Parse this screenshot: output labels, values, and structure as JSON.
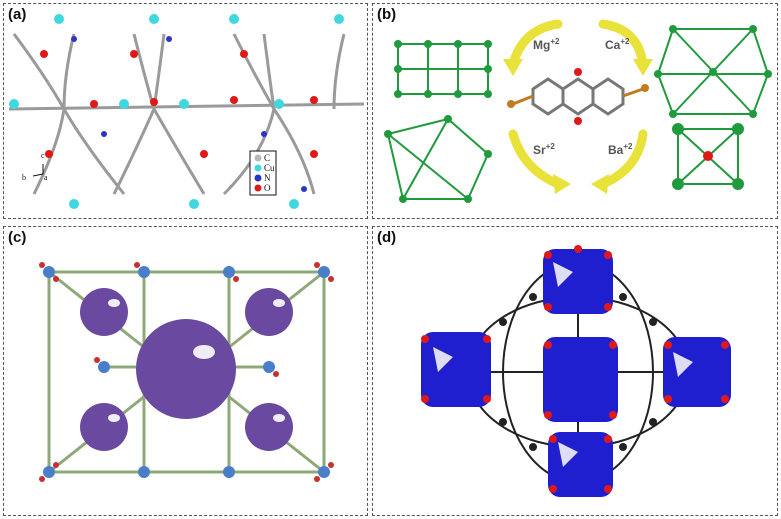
{
  "panels": {
    "a": {
      "label": "(a)",
      "legend": [
        "C",
        "Cu",
        "N",
        "O"
      ],
      "axes": [
        "c",
        "b",
        "a"
      ]
    },
    "b": {
      "label": "(b)",
      "ions": [
        "Mg",
        "Ca",
        "Sr",
        "Ba"
      ],
      "charge": "+2"
    },
    "c": {
      "label": "(c)"
    },
    "d": {
      "label": "(d)"
    }
  },
  "colors": {
    "carbon": "#b8b8b8",
    "copper": "#3fd8e0",
    "nitrogen": "#2a35c8",
    "oxygen": "#e01818",
    "framework_green": "#1f9a3c",
    "arrow_yellow": "#e8e23a",
    "pore_purple": "#6a4aa0",
    "polyhedra_blue": "#1f1fd0"
  }
}
